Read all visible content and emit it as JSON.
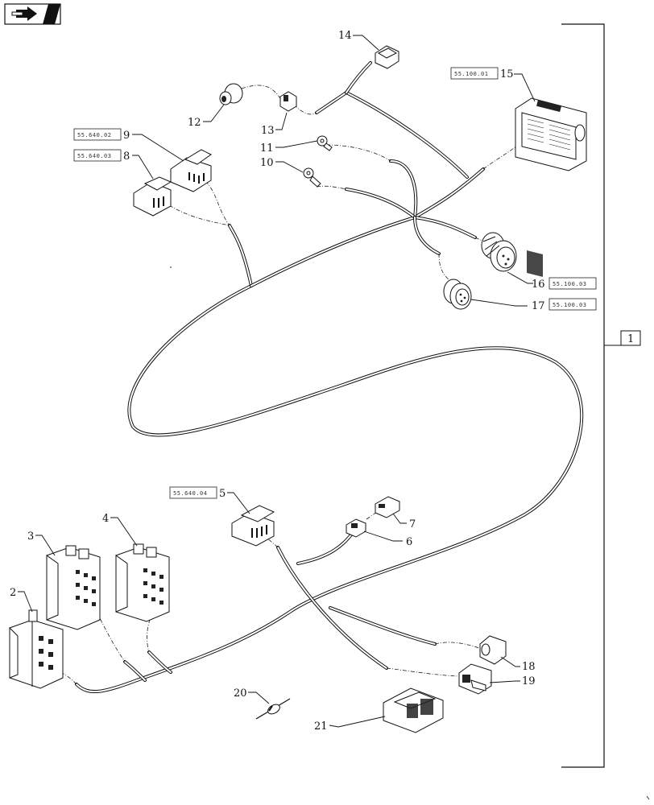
{
  "nav_button": {
    "icon": "next-page-arrow-icon"
  },
  "assembly_box": {
    "label": "1"
  },
  "items": [
    {
      "num": "2"
    },
    {
      "num": "3"
    },
    {
      "num": "4"
    },
    {
      "num": "5",
      "ref": "55.640.04"
    },
    {
      "num": "6"
    },
    {
      "num": "7"
    },
    {
      "num": "8",
      "ref": "55.640.03"
    },
    {
      "num": "9",
      "ref": "55.640.02"
    },
    {
      "num": "10"
    },
    {
      "num": "11"
    },
    {
      "num": "12"
    },
    {
      "num": "13"
    },
    {
      "num": "14"
    },
    {
      "num": "15",
      "ref": "55.100.01"
    },
    {
      "num": "16",
      "ref": "55.100.03"
    },
    {
      "num": "17",
      "ref": "55.100.03"
    },
    {
      "num": "18"
    },
    {
      "num": "19"
    },
    {
      "num": "20"
    },
    {
      "num": "21"
    }
  ]
}
